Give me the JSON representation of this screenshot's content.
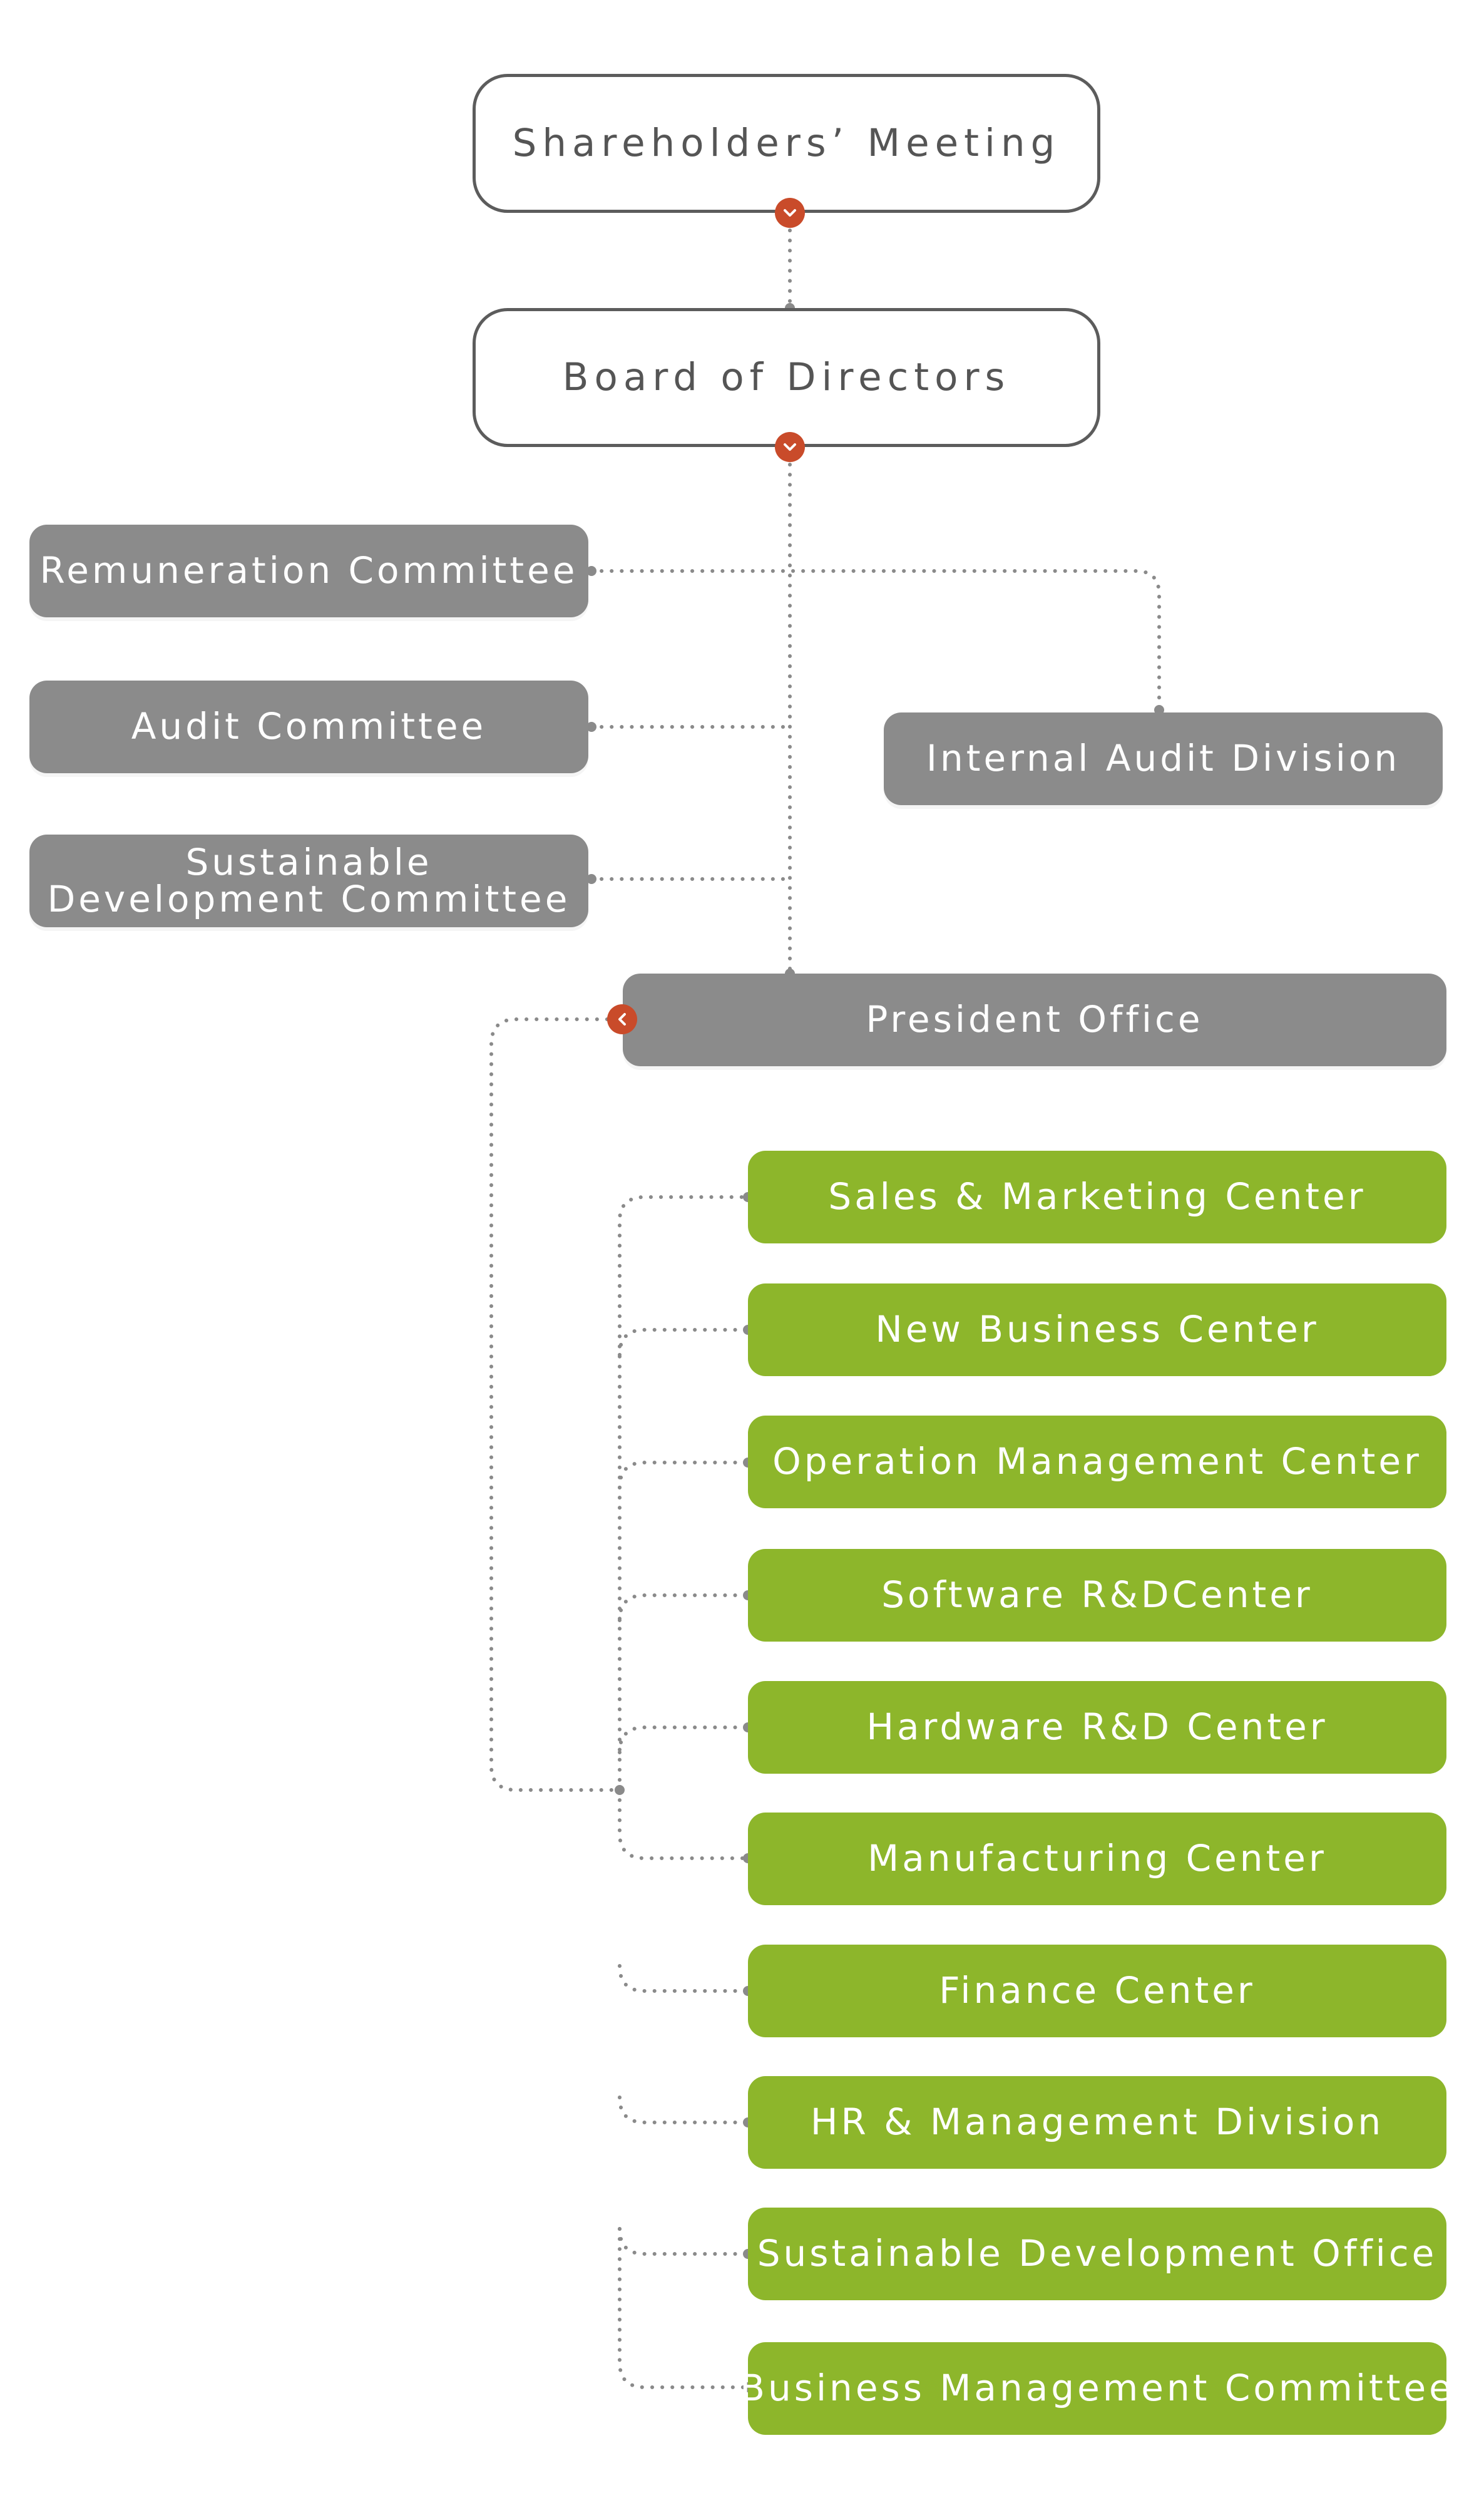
{
  "colors": {
    "connector": "#8a8a8a",
    "marker": "#c94b2a",
    "white_box_border": "#5c5c5c",
    "gray_box": "#8b8b8b",
    "green_box": "#8db62b"
  },
  "nodes": {
    "shareholders": "Shareholders’ Meeting",
    "board": "Board of Directors",
    "remuneration": "Remuneration Committee",
    "audit_committee": "Audit Committee",
    "sustainable_committee_line1": "Sustainable",
    "sustainable_committee_line2": "Development Committee",
    "internal_audit": "Internal Audit Division",
    "president": "President Office",
    "centers": [
      "Sales & Marketing Center",
      "New Business Center",
      "Operation Management Center",
      "Software R&DCenter",
      "Hardware R&D Center",
      "Manufacturing Center",
      "Finance Center",
      "HR & Management Division",
      "Sustainable Development Office",
      "Business Management Committee"
    ]
  },
  "icons": {
    "down_marker": "chevron-down-icon",
    "left_marker": "chevron-left-icon"
  }
}
